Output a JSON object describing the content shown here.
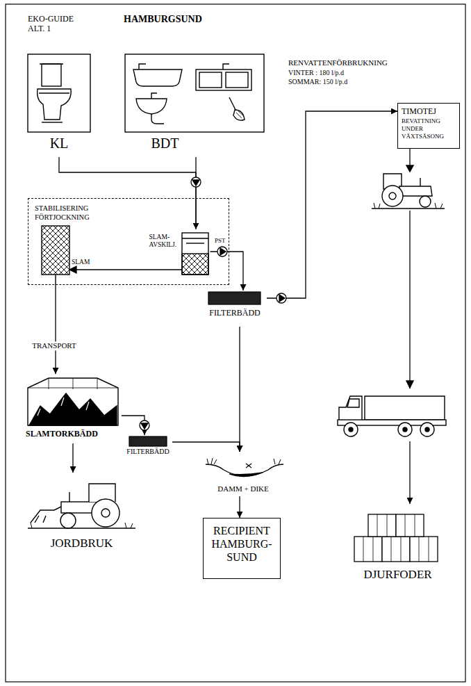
{
  "diagram": {
    "title": "HAMBURGSUND",
    "nodes": [
      {
        "text": [
          "KL"
        ]
      },
      {
        "text": [
          "BDT"
        ]
      },
      {
        "text": [
          "STABILISERING FÖRTJOCKNING"
        ]
      },
      {
        "text": [
          "SLAM- AVSKILJ."
        ],
        "in": 2
      },
      {
        "text": [
          "TIMOTEJ",
          "BEVATTNING UNDER VÄXTSÄSONG"
        ]
      },
      {
        "text": [
          "FILTERBÄDD"
        ]
      },
      {
        "text": [
          "SLAMTORKBÄDD"
        ]
      },
      {
        "text": [
          "FILTERBÄDD"
        ]
      },
      {
        "text": [
          "DAMM + DIKE"
        ]
      },
      {
        "text": [
          "RECIPIENT HAMBURG- SUND"
        ]
      },
      {
        "text": [
          "JORDBRUK"
        ]
      },
      {
        "text": [
          "DJURFODER"
        ]
      }
    ],
    "edges": [
      {
        "from": 0,
        "to": 3,
        "arrow": "to"
      },
      {
        "from": 1,
        "to": 3,
        "arrow": "to"
      },
      {
        "from": 3,
        "to": 5,
        "arrow": "to"
      },
      {
        "from": 5,
        "to": 4,
        "arrow": "to"
      },
      {
        "from": 4,
        "to": 11,
        "arrow": "to"
      },
      {
        "from": 2,
        "to": 6,
        "label": "TRANSPORT",
        "arrow": "to"
      },
      {
        "from": 6,
        "to": 7,
        "arrow": "to"
      },
      {
        "from": 6,
        "to": 10,
        "arrow": "to"
      },
      {
        "from": 5,
        "to": 8,
        "arrow": "to"
      },
      {
        "from": 7,
        "to": 8,
        "arrow": "to"
      },
      {
        "from": 8,
        "to": 9,
        "arrow": "to"
      }
    ],
    "labels": [
      "EKO-GUIDE ALT. 1",
      "RENVATTENFÖRBRUKNING",
      "VINTER : 180 l/p.d",
      "SOMMAR: 150 l/p.d",
      "SLAM",
      "PST"
    ]
  }
}
